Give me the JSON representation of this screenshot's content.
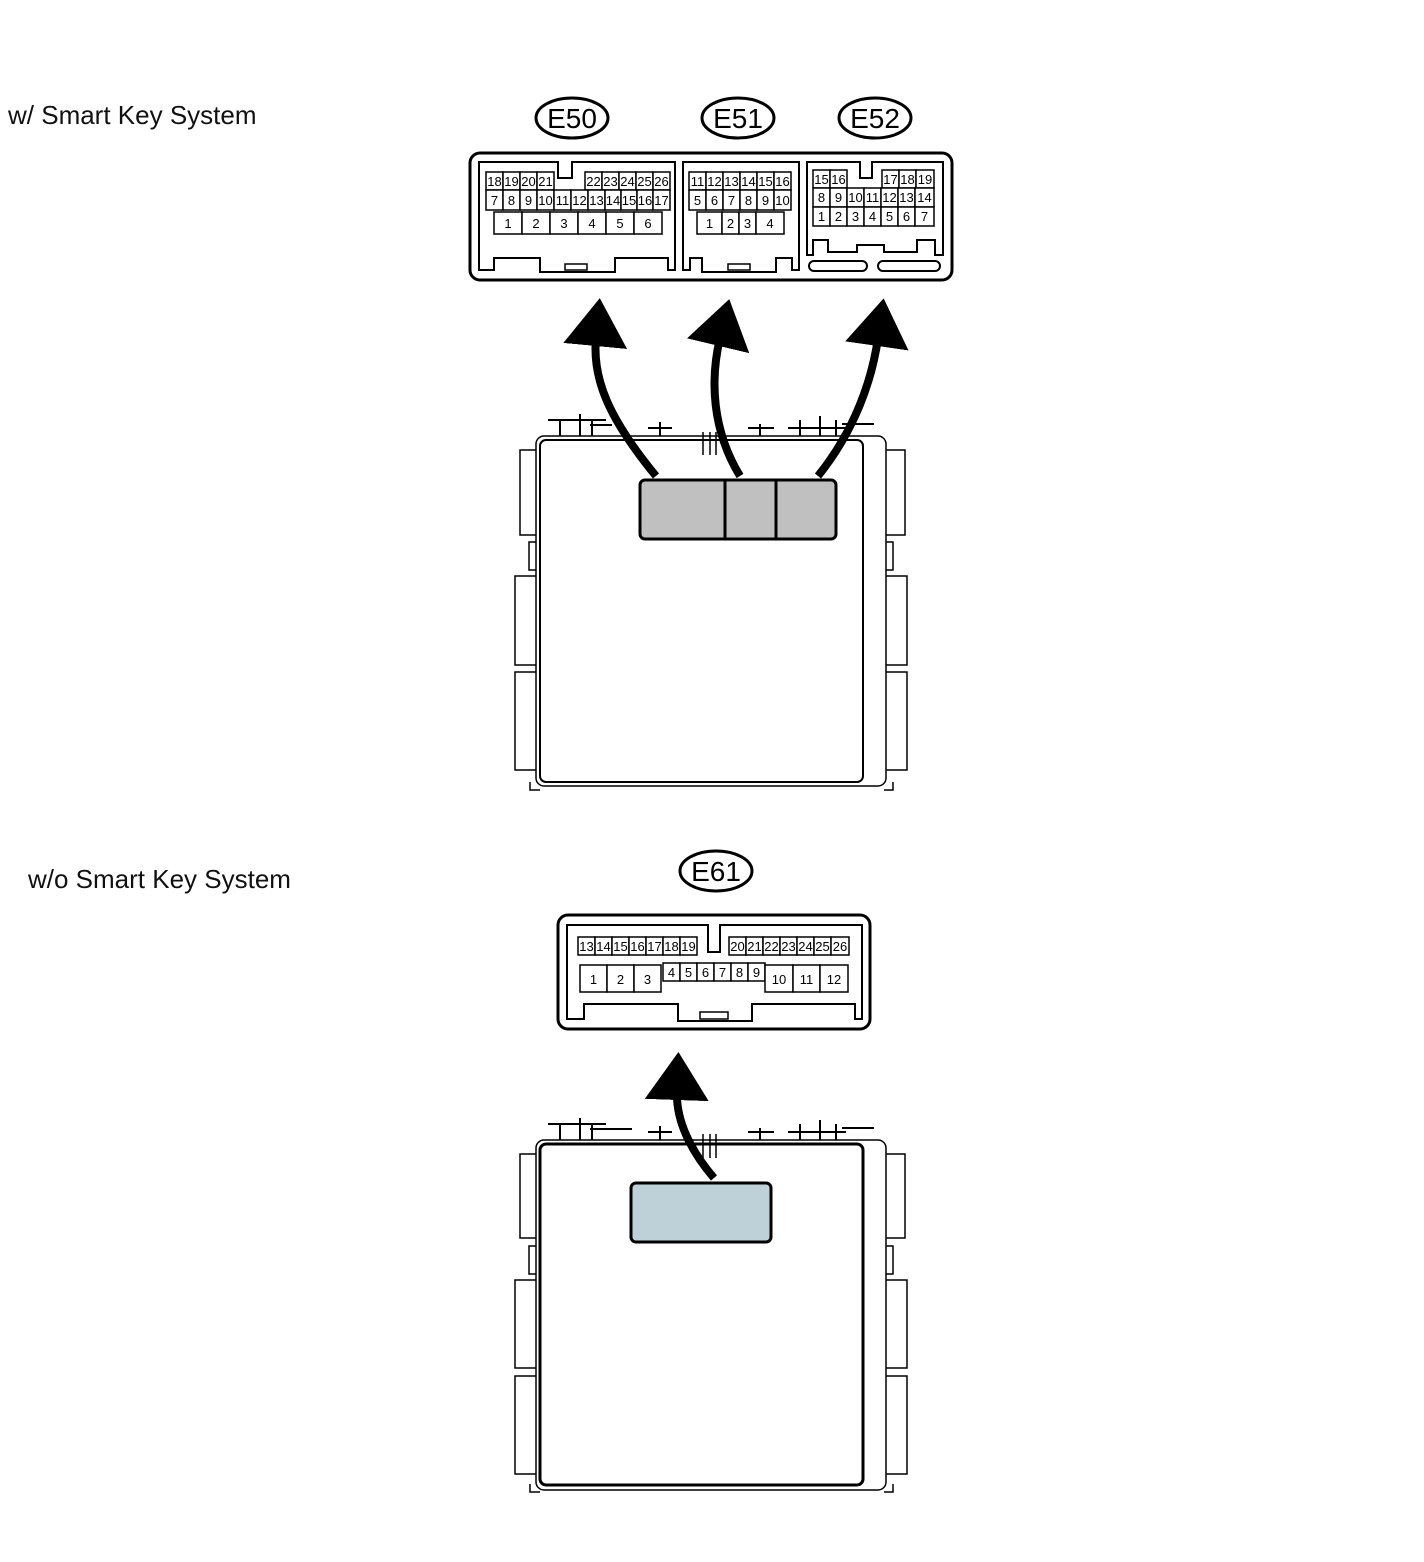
{
  "sections": [
    {
      "caption": "w/ Smart Key System",
      "connectors": [
        {
          "tag": "E50",
          "rows": [
            [
              "18",
              "19",
              "20",
              "21",
              "22",
              "23",
              "24",
              "25",
              "26"
            ],
            [
              "7",
              "8",
              "9",
              "10",
              "11",
              "12",
              "13",
              "14",
              "15",
              "16",
              "17"
            ],
            [
              "1",
              "2",
              "3",
              "4",
              "5",
              "6"
            ]
          ]
        },
        {
          "tag": "E51",
          "rows": [
            [
              "11",
              "12",
              "13",
              "14",
              "15",
              "16"
            ],
            [
              "5",
              "6",
              "7",
              "8",
              "9",
              "10"
            ],
            [
              "1",
              "2",
              "3",
              "4"
            ]
          ]
        },
        {
          "tag": "E52",
          "rows": [
            [
              "15",
              "16",
              "17",
              "18",
              "19"
            ],
            [
              "8",
              "9",
              "10",
              "11",
              "12",
              "13",
              "14"
            ],
            [
              "1",
              "2",
              "3",
              "4",
              "5",
              "6",
              "7"
            ]
          ]
        }
      ],
      "highlight_color": "#c0c0c0"
    },
    {
      "caption": "w/o Smart Key System",
      "connectors": [
        {
          "tag": "E61",
          "rows": [
            [
              "13",
              "14",
              "15",
              "16",
              "17",
              "18",
              "19",
              "20",
              "21",
              "22",
              "23",
              "24",
              "25",
              "26"
            ],
            [
              "1",
              "2",
              "3",
              "4",
              "5",
              "6",
              "7",
              "8",
              "9",
              "10",
              "11",
              "12"
            ]
          ]
        }
      ],
      "highlight_color": "#bfd1d8"
    }
  ]
}
